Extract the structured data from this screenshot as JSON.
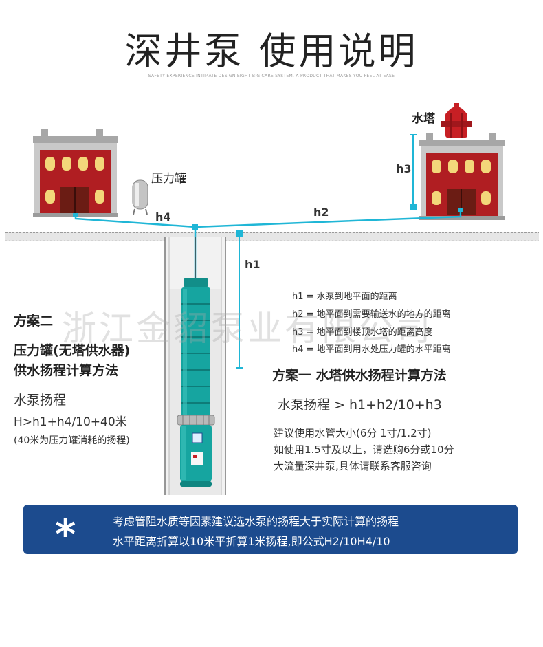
{
  "header": {
    "title": "深井泵 使用说明",
    "subtitle": "SAFETY EXPERIENCE INTIMATE DESIGN EIGHT BIG CARE SYSTEM, A PRODUCT THAT MAKES YOU FEEL AT EASE"
  },
  "diagram": {
    "pressure_tank_label": "压力罐",
    "water_tower_label": "水塔",
    "h1": "h1",
    "h2": "h2",
    "h3": "h3",
    "h4": "h4"
  },
  "legend": [
    "h1 = 水泵到地平面的距离",
    "h2 = 地平面到需要输送水的地方的距离",
    "h3 = 地平面到楼顶水塔的距离高度",
    "h4 = 地平面到用水处压力罐的水平距离"
  ],
  "plan2": {
    "heading": "方案二",
    "title_line1": "压力罐(无塔供水器)",
    "title_line2": "供水扬程计算方法",
    "head_label": "水泵扬程",
    "formula": "H>h1+h4/10+40米",
    "note": "(40米为压力罐消耗的扬程)"
  },
  "plan1": {
    "title": "方案一 水塔供水扬程计算方法",
    "formula": "水泵扬程 > h1+h2/10+h3",
    "advice_line1": "建议使用水管大小(6分 1寸/1.2寸)",
    "advice_line2": "如使用1.5寸及以上，请选购6分或10分",
    "advice_line3": "大流量深井泵,具体请联系客服咨询"
  },
  "watermark": "浙江金貂泵业有限公司",
  "note_box": {
    "star": "*",
    "line1": "考虑管阻水质等因素建议选水泵的扬程大于实际计算的扬程",
    "line2": "水平距离折算以10米平折算1米扬程,即公式H2/10H4/10"
  },
  "colors": {
    "building_red": "#b01e22",
    "window_yellow": "#f3d77a",
    "pipe_cyan": "#1fb6d6",
    "pump_green": "#16a5a0",
    "note_blue": "#1c4b8e"
  }
}
